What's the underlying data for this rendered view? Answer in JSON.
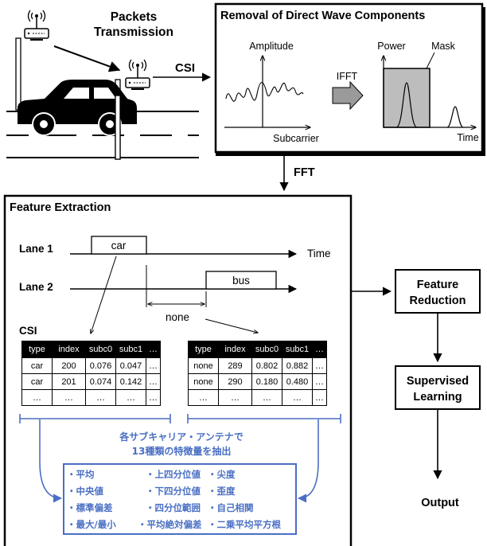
{
  "left_panel": {
    "packets_label": [
      "Packets",
      "Transmission"
    ],
    "csi_label": "CSI",
    "fft_label": "FFT"
  },
  "removal": {
    "title": "Removal of Direct Wave Components",
    "amplitude_label": "Amplitude",
    "subcarrier_label": "Subcarrier",
    "ifft_label": "IFFT",
    "power_label": "Power",
    "mask_label": "Mask",
    "time_label": "Time"
  },
  "feature_extraction": {
    "title": "Feature Extraction",
    "lane1_label": "Lane 1",
    "lane2_label": "Lane 2",
    "time_label": "Time",
    "car_label": "car",
    "bus_label": "bus",
    "none_label": "none",
    "csi_label": "CSI",
    "table_headers": [
      "type",
      "index",
      "subc0",
      "subc1",
      "…"
    ],
    "table_left_rows": [
      [
        "car",
        "200",
        "0.076",
        "0.047",
        "…"
      ],
      [
        "car",
        "201",
        "0.074",
        "0.142",
        "…"
      ],
      [
        "…",
        "…",
        "…",
        "…",
        "…"
      ]
    ],
    "table_right_rows": [
      [
        "none",
        "289",
        "0.802",
        "0.882",
        "…"
      ],
      [
        "none",
        "290",
        "0.180",
        "0.480",
        "…"
      ],
      [
        "…",
        "…",
        "…",
        "…",
        "…"
      ]
    ],
    "note_line1": "各サブキャリア・アンテナで",
    "note_line2": "13種類の特徴量を抽出",
    "features": [
      "・平均",
      "・上四分位値",
      "・尖度",
      "・中央値",
      "・下四分位値",
      "・歪度",
      "・標準偏差",
      "・四分位範囲",
      "・自己相関",
      "・最大/最小",
      "・平均絶対偏差",
      "・二乗平均平方根"
    ]
  },
  "pipeline": {
    "feature_reduction": [
      "Feature",
      "Reduction"
    ],
    "supervised_learning": [
      "Supervised",
      "Learning"
    ],
    "output_label": "Output"
  }
}
